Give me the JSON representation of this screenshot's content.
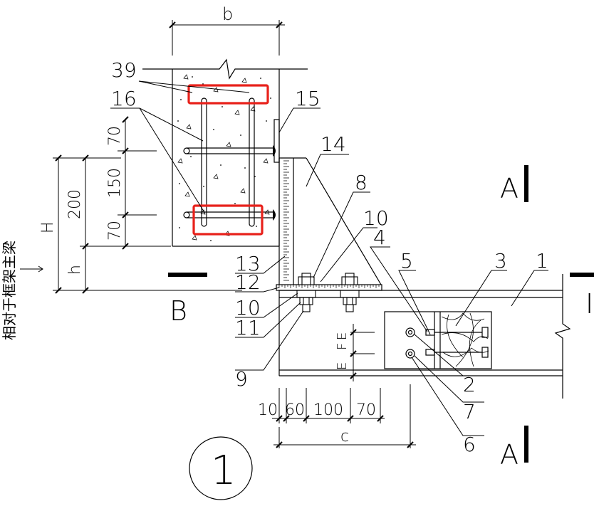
{
  "labels": {
    "b": "b",
    "n39": "39",
    "n16": "16",
    "n15": "15",
    "n14": "14",
    "n8": "8",
    "n10a": "10",
    "n4": "4",
    "n5": "5",
    "n3": "3",
    "n1": "1",
    "n13": "13",
    "n12": "12",
    "n10b": "10",
    "n11": "11",
    "n9": "9",
    "n2": "2",
    "n7": "7",
    "n6": "6",
    "sectionA": "A",
    "sectionB": "B",
    "sectionA2": "A",
    "sectionI": "I",
    "detail": "1",
    "sideNote": "相对于框架主梁"
  },
  "dimensions": {
    "d70a": "70",
    "d150": "150",
    "d70b": "70",
    "d200": "200",
    "dH": "H",
    "dh": "h",
    "d10": "10",
    "d60": "60",
    "d100": "100",
    "d70c": "70",
    "dc": "c",
    "dE": "E",
    "dF": "F",
    "dE2": "E"
  },
  "colors": {
    "line": "#000000",
    "highlight": "#e8211b",
    "background": "#ffffff"
  }
}
